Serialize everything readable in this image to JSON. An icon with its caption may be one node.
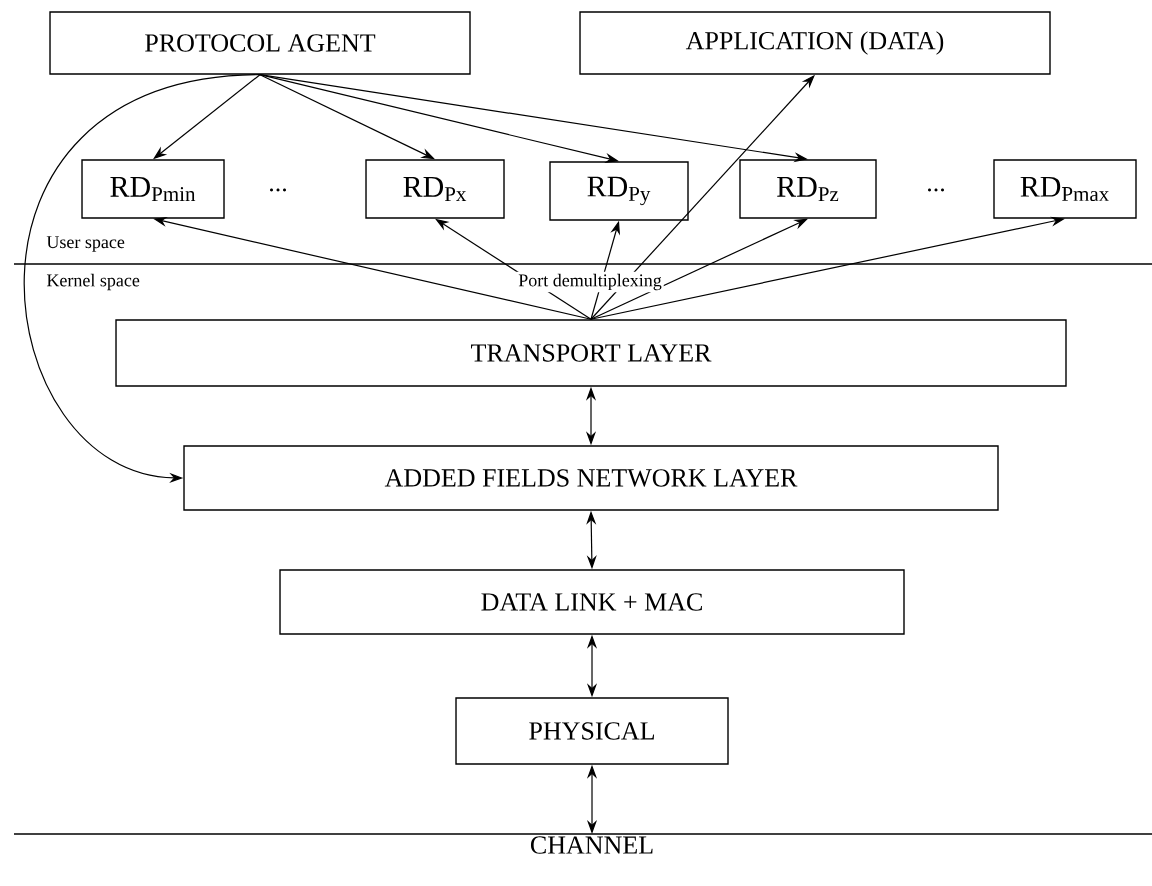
{
  "diagram": {
    "nodes": [
      {
        "text": [
          "PROTOCOL AGENT"
        ]
      },
      {
        "text": [
          "APPLICATION (DATA)"
        ]
      },
      {
        "text": [
          "RD$_{Pmin}$"
        ]
      },
      {
        "text": [
          "RD$_{Px}$"
        ]
      },
      {
        "text": [
          "RD$_{Py}$"
        ]
      },
      {
        "text": [
          "RD$_{Pz}$"
        ]
      },
      {
        "text": [
          "RD$_{Pmax}$"
        ]
      },
      {
        "text": [
          "TRANSPORT LAYER"
        ]
      },
      {
        "text": [
          "ADDED FIELDS NETWORK LAYER"
        ]
      },
      {
        "text": [
          "DATA LINK + MAC"
        ]
      },
      {
        "text": [
          "PHYSICAL"
        ]
      },
      {
        "text": [
          "CHANNEL"
        ]
      }
    ],
    "edges": [
      {
        "from": 0,
        "to": 2,
        "arrow": "to"
      },
      {
        "from": 0,
        "to": 3,
        "arrow": "to"
      },
      {
        "from": 0,
        "to": 4,
        "arrow": "to"
      },
      {
        "from": 0,
        "to": 5,
        "arrow": "to"
      },
      {
        "from": 0,
        "to": 8,
        "arrow": "to"
      },
      {
        "from": 7,
        "to": 2,
        "arrow": "to"
      },
      {
        "from": 7,
        "to": 3,
        "arrow": "to"
      },
      {
        "from": 7,
        "to": 4,
        "arrow": "to"
      },
      {
        "from": 7,
        "to": 1,
        "arrow": "to"
      },
      {
        "from": 7,
        "to": 5,
        "arrow": "to"
      },
      {
        "from": 7,
        "to": 6,
        "arrow": "to"
      },
      {
        "from": 7,
        "to": 8,
        "arrow": "both"
      },
      {
        "from": 8,
        "to": 9,
        "arrow": "both"
      },
      {
        "from": 9,
        "to": 10,
        "arrow": "both"
      },
      {
        "from": 10,
        "to": 11,
        "arrow": "both"
      }
    ],
    "labels": [
      "...",
      "...",
      "User space",
      "Kernel space",
      "Port demultiplexing"
    ]
  }
}
